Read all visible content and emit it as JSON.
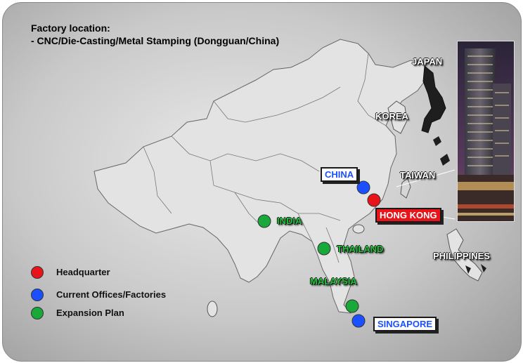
{
  "title": {
    "line1": "Factory location:",
    "line2": "- CNC/Die-Casting/Metal Stamping (Dongguan/China)"
  },
  "countries": {
    "japan": "JAPAN",
    "korea": "KOREA",
    "taiwan": "TAIWAN",
    "china": "CHINA",
    "hong_kong": "HONG KONG",
    "india": "INDIA",
    "thailand": "THAILAND",
    "malaysia": "MALAYSIA",
    "singapore": "SINGAPORE",
    "philippines": "PHILIPPINES"
  },
  "legend": {
    "headquarter": "Headquarter",
    "offices": "Current Offices/Factories",
    "expansion": "Expansion Plan"
  },
  "colors": {
    "headquarter": "#e8141a",
    "offices": "#1a50ff",
    "expansion": "#19a83a",
    "land": "#e3e3e3",
    "border": "#555555"
  },
  "photo_icon": "headquarters-building-photo"
}
